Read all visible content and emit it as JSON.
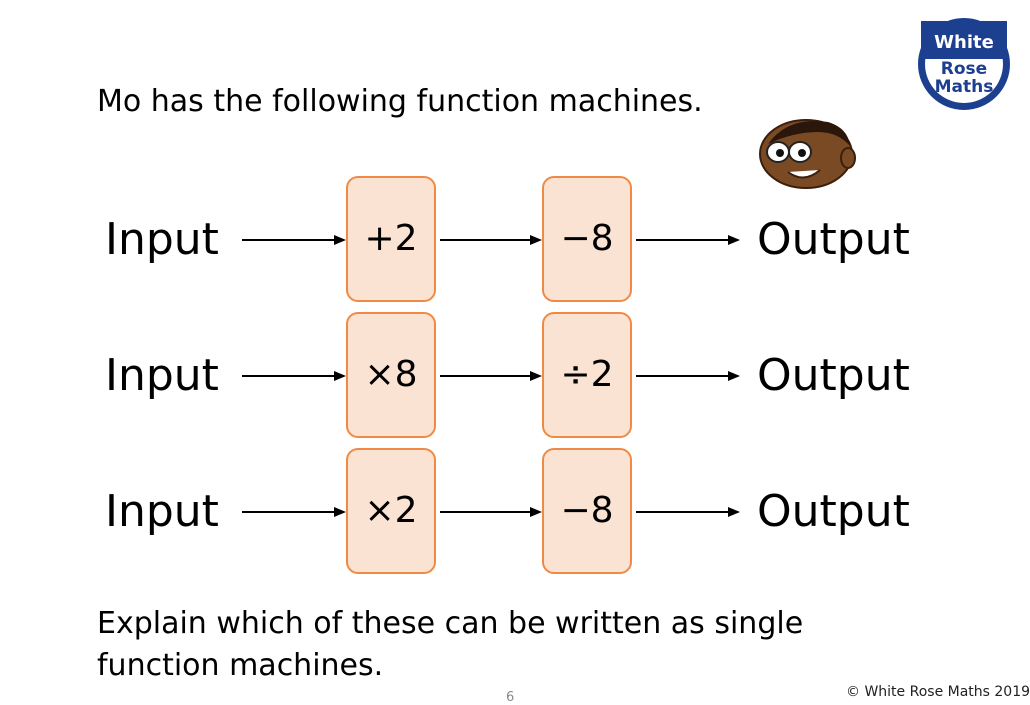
{
  "intro_text": "Mo has the following function machines.",
  "logo": {
    "line1": "White",
    "line2": "Rose",
    "line3": "Maths"
  },
  "machines": [
    {
      "input": "Input",
      "op1": "+2",
      "op2": "−8",
      "output": "Output"
    },
    {
      "input": "Input",
      "op1": "×8",
      "op2": "÷2",
      "output": "Output"
    },
    {
      "input": "Input",
      "op1": "×2",
      "op2": "−8",
      "output": "Output"
    }
  ],
  "question": "Explain which of these can be written as single function machines.",
  "page_number": "6",
  "copyright": "© White Rose Maths 2019",
  "colors": {
    "box_fill": "#fbe3d3",
    "box_border": "#ef8a45",
    "logo_blue": "#1c3f8f"
  },
  "icons": [
    "mo-character-face",
    "white-rose-maths-logo"
  ]
}
